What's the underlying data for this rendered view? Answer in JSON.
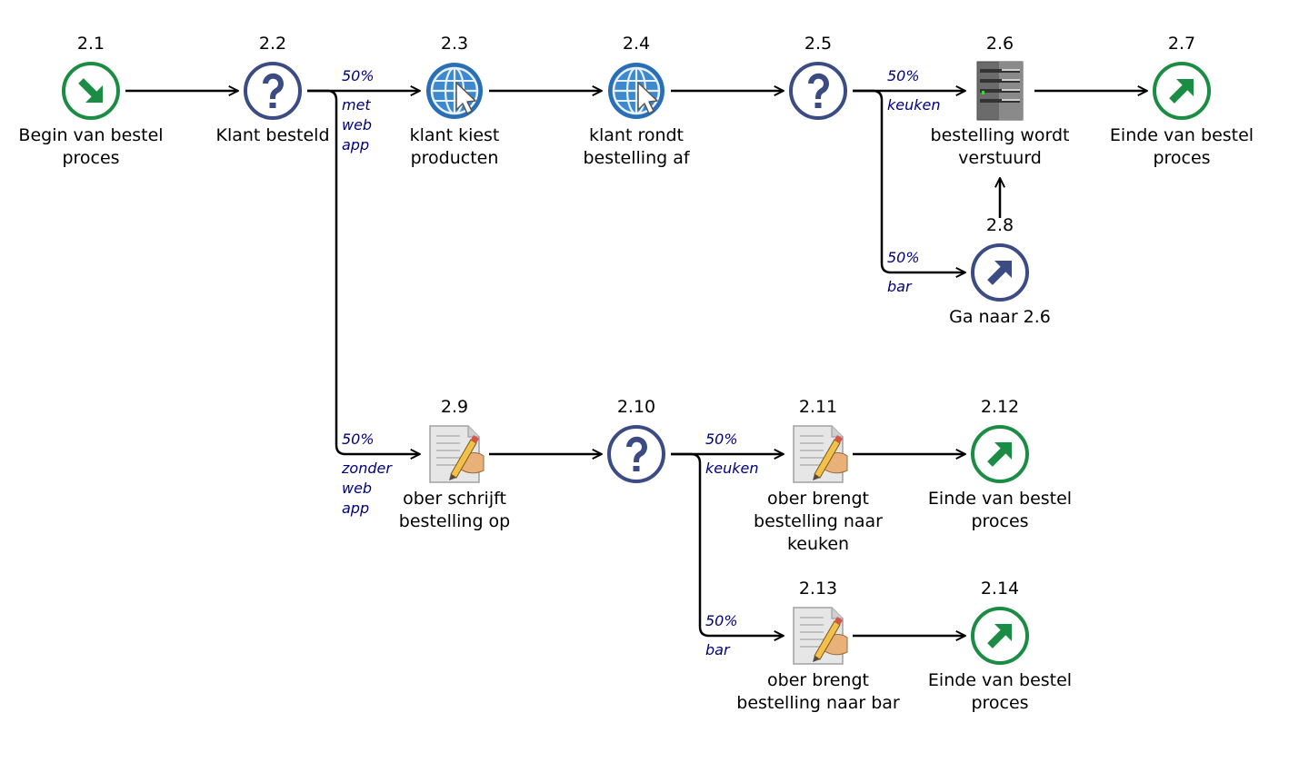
{
  "colors": {
    "start": "#1a8c43",
    "end": "#1a8c43",
    "decision": "#3b4b83",
    "goto": "#3b4b83",
    "web": "#2a6fb5",
    "edge_text": "#00007f",
    "line": "#000000"
  },
  "nodes": [
    {
      "id": "2.1",
      "type": "start",
      "icon": "start-arrow-icon",
      "label": [
        "Begin van bestel",
        "proces"
      ]
    },
    {
      "id": "2.2",
      "type": "decision",
      "icon": "question-icon",
      "label": [
        "Klant besteld"
      ]
    },
    {
      "id": "2.3",
      "type": "web",
      "icon": "globe-cursor-icon",
      "label": [
        "klant kiest",
        "producten"
      ]
    },
    {
      "id": "2.4",
      "type": "web",
      "icon": "globe-cursor-icon",
      "label": [
        "klant rondt",
        "bestelling af"
      ]
    },
    {
      "id": "2.5",
      "type": "decision",
      "icon": "question-icon",
      "label": []
    },
    {
      "id": "2.6",
      "type": "server",
      "icon": "server-icon",
      "label": [
        "bestelling wordt",
        "verstuurd"
      ]
    },
    {
      "id": "2.7",
      "type": "end",
      "icon": "end-arrow-icon",
      "label": [
        "Einde van bestel",
        "proces"
      ]
    },
    {
      "id": "2.8",
      "type": "goto",
      "icon": "goto-arrow-icon",
      "label": [
        "Ga naar 2.6"
      ]
    },
    {
      "id": "2.9",
      "type": "manual",
      "icon": "document-pen-icon",
      "label": [
        "ober schrijft",
        "bestelling op"
      ]
    },
    {
      "id": "2.10",
      "type": "decision",
      "icon": "question-icon",
      "label": []
    },
    {
      "id": "2.11",
      "type": "manual",
      "icon": "document-pen-icon",
      "label": [
        "ober brengt",
        "bestelling naar",
        "keuken"
      ]
    },
    {
      "id": "2.12",
      "type": "end",
      "icon": "end-arrow-icon",
      "label": [
        "Einde van bestel",
        "proces"
      ]
    },
    {
      "id": "2.13",
      "type": "manual",
      "icon": "document-pen-icon",
      "label": [
        "ober brengt",
        "bestelling naar bar"
      ]
    },
    {
      "id": "2.14",
      "type": "end",
      "icon": "end-arrow-icon",
      "label": [
        "Einde van bestel",
        "proces"
      ]
    }
  ],
  "edges": [
    {
      "from": "2.1",
      "to": "2.2",
      "label": []
    },
    {
      "from": "2.2",
      "to": "2.3",
      "label": [
        "50%",
        "met",
        "web",
        "app"
      ]
    },
    {
      "from": "2.2",
      "to": "2.9",
      "label": [
        "50%",
        "zonder",
        "web",
        "app"
      ]
    },
    {
      "from": "2.3",
      "to": "2.4",
      "label": []
    },
    {
      "from": "2.4",
      "to": "2.5",
      "label": []
    },
    {
      "from": "2.5",
      "to": "2.6",
      "label": [
        "50%",
        "keuken"
      ]
    },
    {
      "from": "2.5",
      "to": "2.8",
      "label": [
        "50%",
        "bar"
      ]
    },
    {
      "from": "2.6",
      "to": "2.7",
      "label": []
    },
    {
      "from": "2.8",
      "to": "2.6",
      "label": []
    },
    {
      "from": "2.9",
      "to": "2.10",
      "label": []
    },
    {
      "from": "2.10",
      "to": "2.11",
      "label": [
        "50%",
        "keuken"
      ]
    },
    {
      "from": "2.10",
      "to": "2.13",
      "label": [
        "50%",
        "bar"
      ]
    },
    {
      "from": "2.11",
      "to": "2.12",
      "label": []
    },
    {
      "from": "2.13",
      "to": "2.14",
      "label": []
    }
  ]
}
